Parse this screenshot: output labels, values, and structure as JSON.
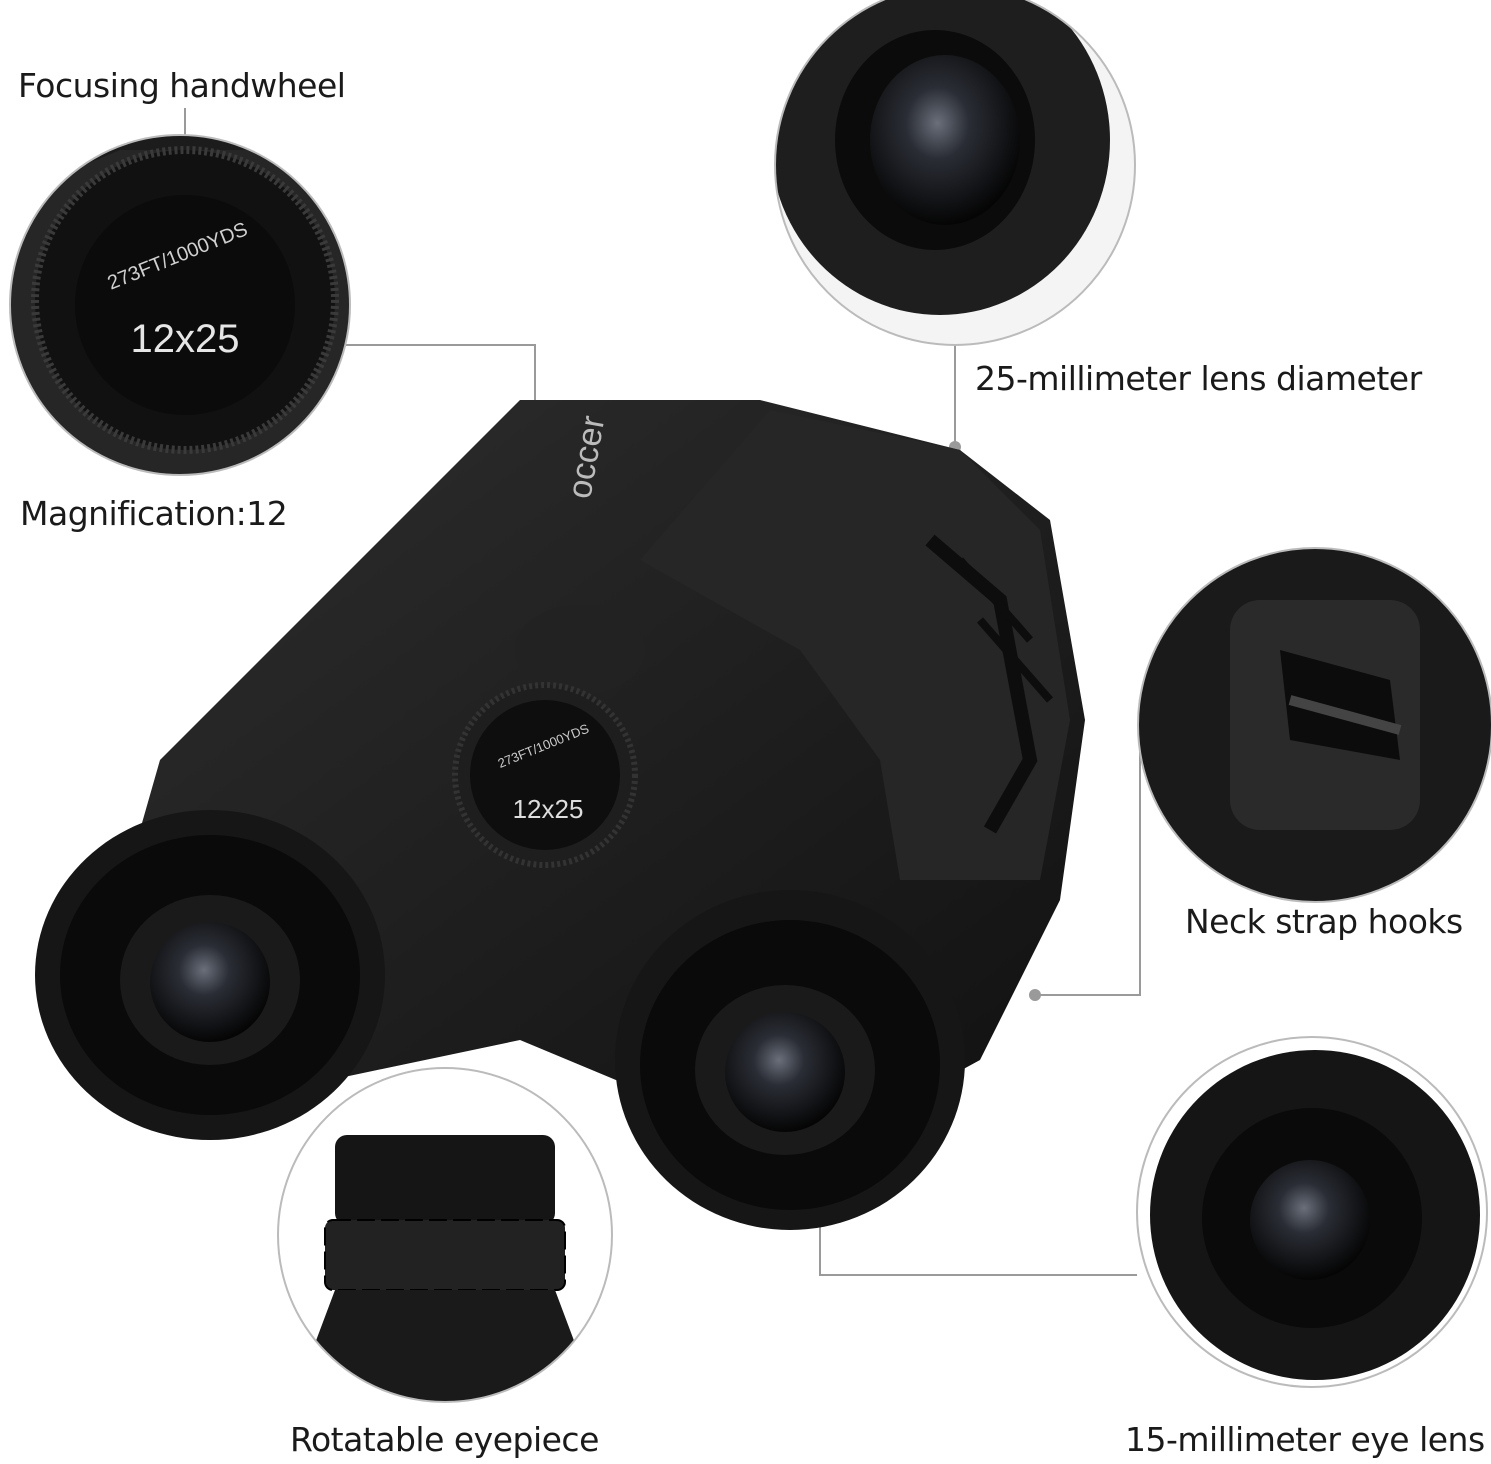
{
  "labels": {
    "focusing_handwheel": "Focusing handwheel",
    "magnification": "Magnification:12",
    "lens_diameter": "25-millimeter lens diameter",
    "neck_strap_hooks": "Neck strap hooks",
    "rotatable_eyepiece": "Rotatable eyepiece",
    "eye_lens": "15-millimeter eye lens"
  },
  "product": {
    "brand": "occer",
    "wheel_text_top": "273FT/1000YDS",
    "wheel_text_model": "12x25"
  },
  "colors": {
    "body": "#1b1b1b",
    "callout_line": "#9a9a9a",
    "text": "#1a1a1a"
  }
}
